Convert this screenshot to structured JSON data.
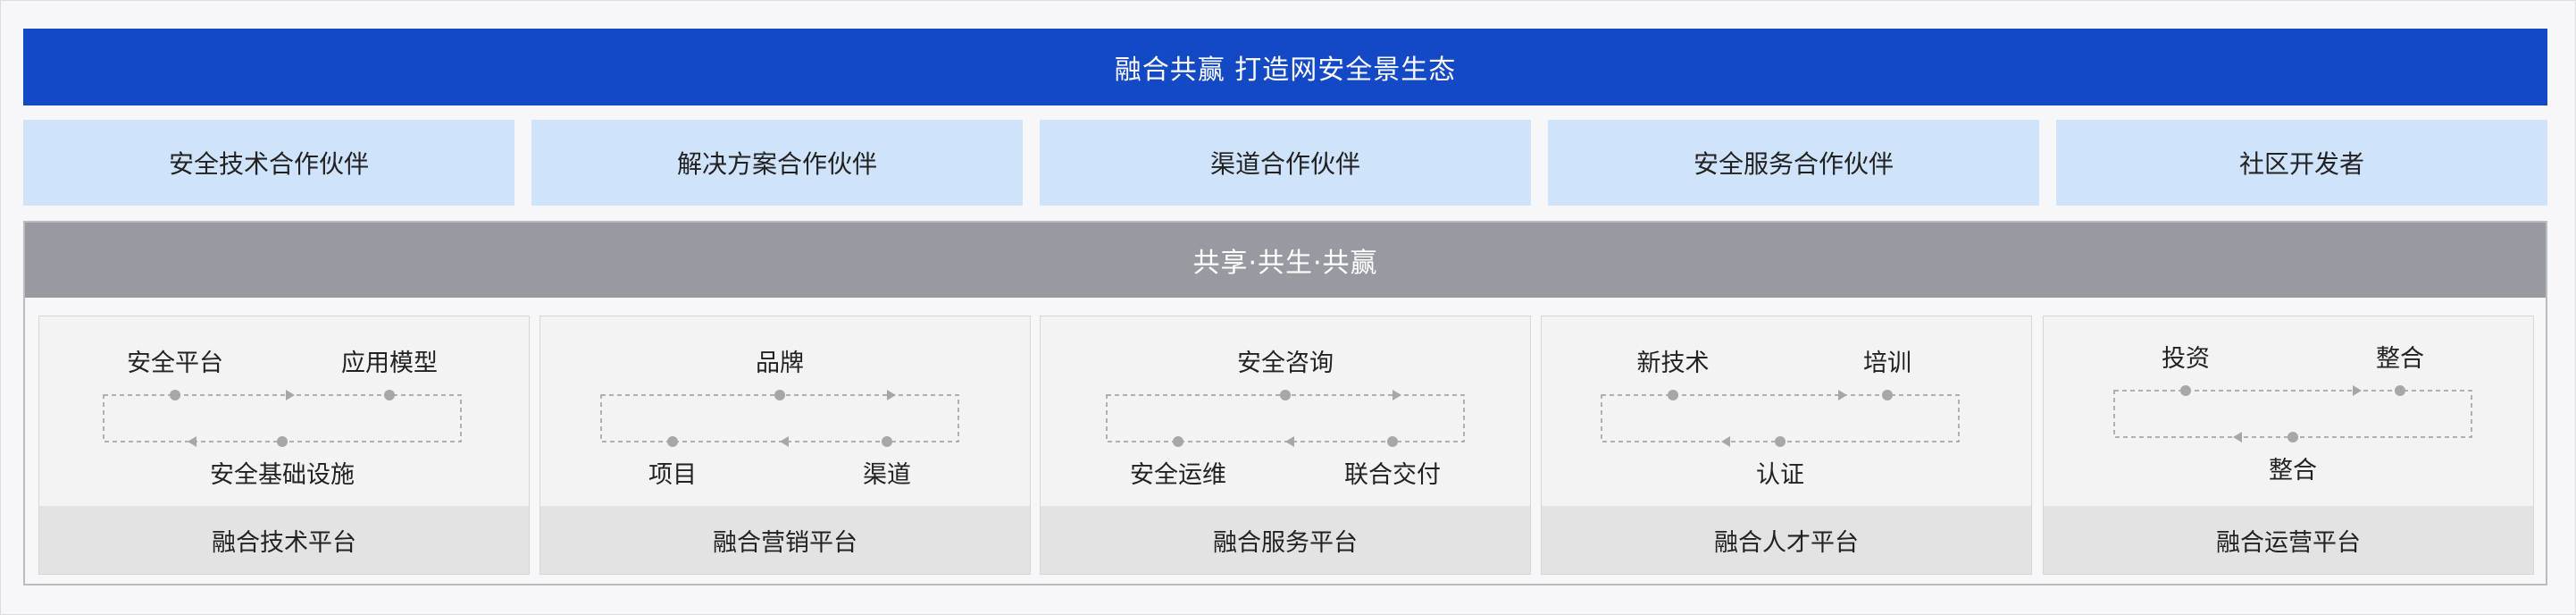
{
  "header": {
    "title": "融合共赢 打造网安全景生态"
  },
  "partners": [
    "安全技术合作伙伴",
    "解决方案合作伙伴",
    "渠道合作伙伴",
    "安全服务合作伙伴",
    "社区开发者"
  ],
  "band": {
    "title": "共享·共生·共赢"
  },
  "platforms": [
    {
      "name": "融合技术平台",
      "top_left": "安全平台",
      "top_right": "应用模型",
      "bottom_center": "安全基础设施"
    },
    {
      "name": "融合营销平台",
      "top_center": "品牌",
      "bottom_left": "项目",
      "bottom_right": "渠道"
    },
    {
      "name": "融合服务平台",
      "top_center": "安全咨询",
      "bottom_left": "安全运维",
      "bottom_right": "联合交付"
    },
    {
      "name": "融合人才平台",
      "top_left": "新技术",
      "top_right": "培训",
      "bottom_center": "认证"
    },
    {
      "name": "融合运营平台",
      "top_left": "投资",
      "top_right": "整合",
      "bottom_center": "整合"
    }
  ],
  "colors": {
    "header": "#1449c6",
    "partner": "#cfe4fb",
    "band": "#979ba1",
    "dot": "#a7a7a7"
  }
}
